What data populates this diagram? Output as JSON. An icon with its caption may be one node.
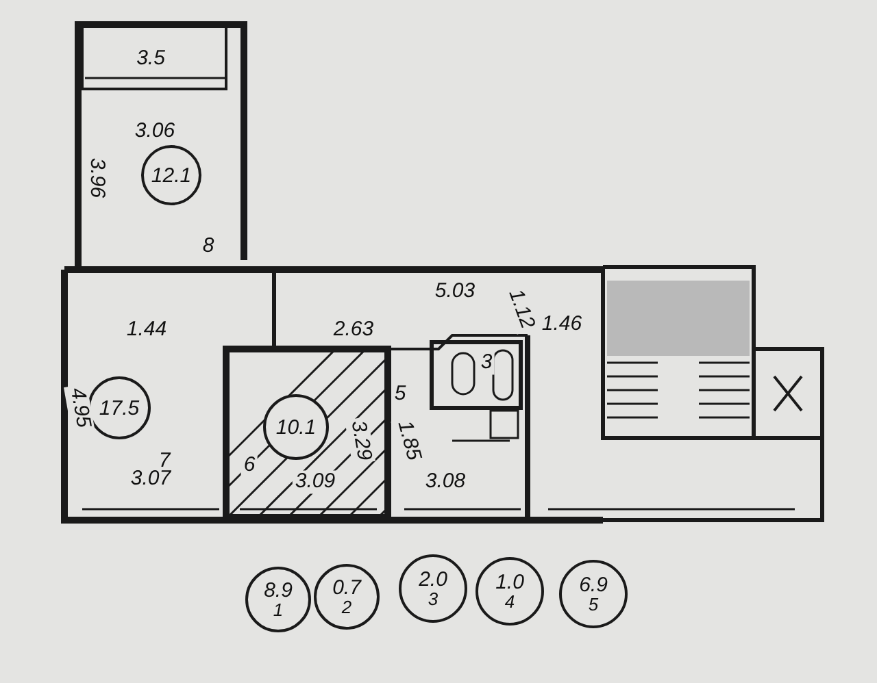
{
  "diagram": {
    "nodes": [
      {
        "text": [
          "12.1"
        ]
      },
      {
        "text": [
          "17.5"
        ]
      },
      {
        "text": [
          "10.1"
        ]
      },
      {
        "text": [
          "8.9",
          "1"
        ]
      },
      {
        "text": [
          "0.7",
          "2"
        ]
      },
      {
        "text": [
          "2.0",
          "3"
        ]
      },
      {
        "text": [
          "1.0",
          "4"
        ]
      },
      {
        "text": [
          "6.9",
          "5"
        ]
      }
    ],
    "edges": [],
    "labels": [
      "3.5",
      "3.06",
      "3.96",
      "8",
      "5.03",
      "1.12",
      "1.44",
      "2.63",
      "1.46",
      "4.95",
      "3",
      "5",
      "3.29",
      "1.85",
      "7",
      "6",
      "3.07",
      "3.09",
      "3.08"
    ]
  }
}
